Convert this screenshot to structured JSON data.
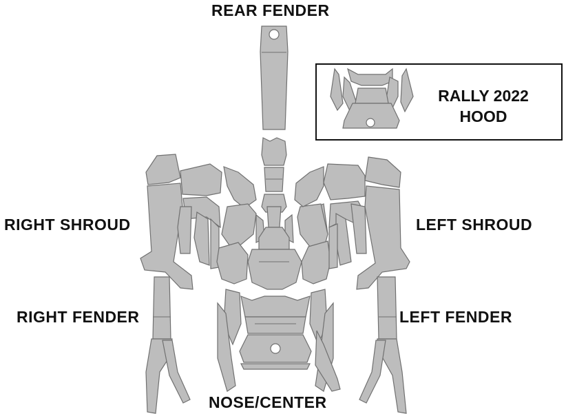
{
  "labels": {
    "rear_fender": "REAR FENDER",
    "right_shroud": "RIGHT SHROUD",
    "left_shroud": "LEFT SHROUD",
    "right_fender": "RIGHT FENDER",
    "left_fender": "LEFT FENDER",
    "nose_center": "NOSE/CENTER"
  },
  "hood_box": {
    "line1": "RALLY 2022",
    "line2": "HOOD"
  },
  "colors": {
    "piece_fill": "#bdbdbd",
    "piece_stroke": "#707070",
    "text": "#111111"
  }
}
